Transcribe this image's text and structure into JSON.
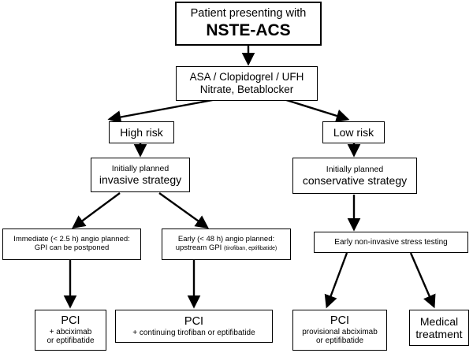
{
  "boxes": {
    "start": {
      "line1": "Patient presenting with",
      "line2": "NSTE-ACS"
    },
    "meds": {
      "line1": "ASA / Clopidogrel / UFH",
      "line2": "Nitrate, Betablocker"
    },
    "high_risk": {
      "label": "High risk"
    },
    "low_risk": {
      "label": "Low risk"
    },
    "invasive": {
      "line1": "Initially planned",
      "line2": "invasive strategy"
    },
    "conservative": {
      "line1": "Initially planned",
      "line2": "conservative strategy"
    },
    "immediate": {
      "line1": "Immediate (< 2.5 h) angio planned:",
      "line2": "GPI can be postponed"
    },
    "early": {
      "line1": "Early (< 48 h) angio planned:",
      "line2_main": "upstream GPI ",
      "line2_small": "(tirofiban, eptifibatide)"
    },
    "stress": {
      "label": "Early non-invasive stress testing"
    },
    "pci_left": {
      "title": "PCI",
      "line1": "+ abciximab",
      "line2": "or eptifibatide"
    },
    "pci_mid": {
      "title": "PCI",
      "line1": "+ continuing tirofiban or eptifibatide"
    },
    "pci_right": {
      "title": "PCI",
      "line1": "provisional abciximab",
      "line2": "or eptifibatide"
    },
    "medical": {
      "line1": "Medical",
      "line2": "treatment"
    }
  }
}
